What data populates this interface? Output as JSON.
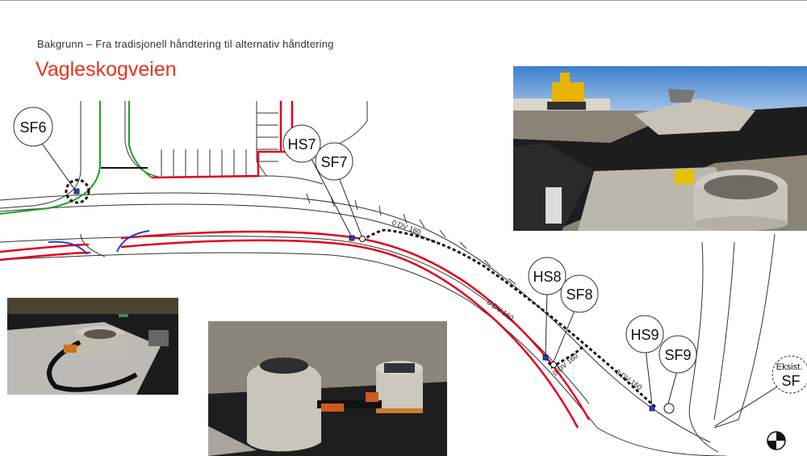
{
  "slide": {
    "subtitle": "Bakgrunn – Fra tradisjonell håndtering til alternativ håndtering",
    "title": "Vagleskogveien"
  },
  "labels": {
    "sf6": "SF6",
    "hs7": "HS7",
    "sf7": "SF7",
    "hs8": "HS8",
    "sf8": "SF8",
    "hs9": "HS9",
    "sf9": "SF9",
    "eksist_line1": "Eksist.",
    "eksist_line2": "SF"
  },
  "pipe_labels": {
    "p1": "0 DV 160",
    "p2": "0 DV 160",
    "p3": "0 DV 160",
    "p4": "0 DV 160"
  },
  "colors": {
    "title": "#e8331b",
    "red_line": "#e3001b",
    "green_line": "#1aa31a",
    "blue_line": "#1a3fd9"
  }
}
